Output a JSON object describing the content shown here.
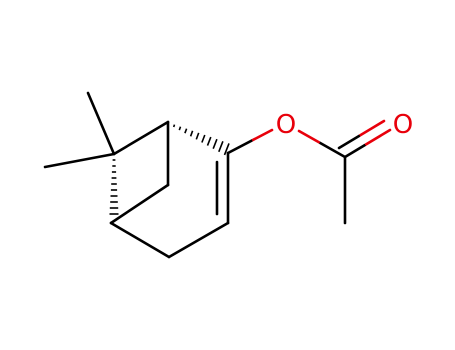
{
  "molecule": {
    "atoms": [
      {
        "id": "C1",
        "element": "C"
      },
      {
        "id": "C2",
        "element": "C"
      },
      {
        "id": "C3",
        "element": "C"
      },
      {
        "id": "C4",
        "element": "C"
      },
      {
        "id": "C5",
        "element": "C"
      },
      {
        "id": "C6",
        "element": "C"
      },
      {
        "id": "C7",
        "element": "C"
      },
      {
        "id": "C8",
        "element": "C"
      },
      {
        "id": "C9",
        "element": "C"
      },
      {
        "id": "O1",
        "element": "O",
        "label": "O"
      },
      {
        "id": "C10",
        "element": "C"
      },
      {
        "id": "O2",
        "element": "O",
        "label": "O"
      },
      {
        "id": "C11",
        "element": "C"
      }
    ],
    "colors": {
      "carbon": "#000000",
      "oxygen": "#e8000b"
    }
  }
}
